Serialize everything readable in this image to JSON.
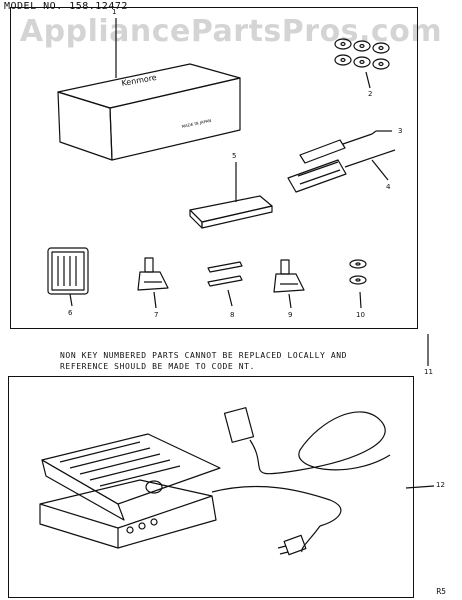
{
  "header": {
    "model": "MODEL NO. 158.12472"
  },
  "watermark": "AppliancePartsPros.com",
  "parts": [
    {
      "num": "1",
      "label": "Kenmore box"
    },
    {
      "num": "2"
    },
    {
      "num": "3"
    },
    {
      "num": "4"
    },
    {
      "num": "5"
    },
    {
      "num": "6"
    },
    {
      "num": "7"
    },
    {
      "num": "8"
    },
    {
      "num": "9"
    },
    {
      "num": "10"
    },
    {
      "num": "11"
    },
    {
      "num": "12"
    }
  ],
  "box_text": {
    "brand": "Kenmore",
    "made_in": "MADE IN JAPAN"
  },
  "note": "NON KEY NUMBERED PARTS CANNOT BE REPLACED LOCALLY AND\nREFERENCE SHOULD BE MADE TO CODE NT.",
  "page_number": "R5"
}
